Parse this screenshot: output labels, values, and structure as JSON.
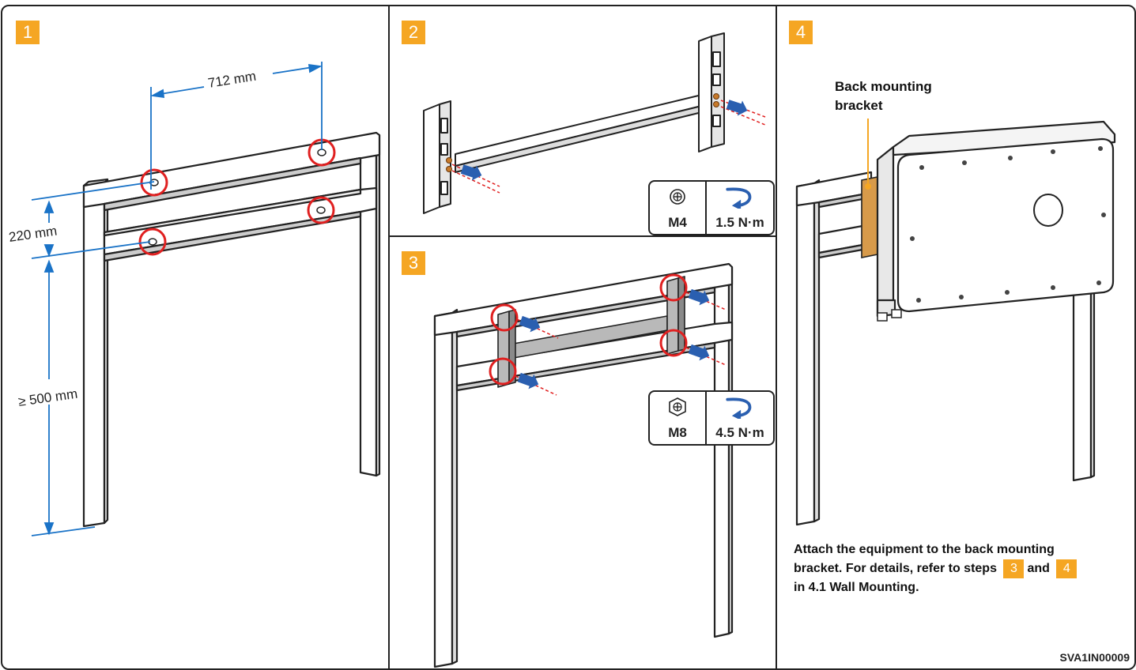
{
  "steps": [
    {
      "number": "1"
    },
    {
      "number": "2"
    },
    {
      "number": "3"
    },
    {
      "number": "4"
    }
  ],
  "step1": {
    "horizontal_spacing": "712 mm",
    "vertical_spacing": "220 mm",
    "min_ground_clearance": "≥ 500 mm"
  },
  "step2": {
    "bolt": "M4",
    "torque": "1.5 N·m"
  },
  "step3": {
    "bolt": "M8",
    "torque": "4.5 N·m"
  },
  "step4": {
    "callout_line1": "Back  mounting",
    "callout_line2": "bracket",
    "instruction_line1": "Attach the equipment to the back mounting",
    "instruction_line2_prefix": "bracket. For details, refer to steps",
    "instruction_badge_a": "3",
    "instruction_line2_mid": "and",
    "instruction_badge_b": "4",
    "instruction_line3": "in 4.1 Wall Mounting."
  },
  "document_code": "SVA1IN00009",
  "colors": {
    "badge": "#f5a623",
    "dimension_line": "#1a73c7",
    "highlight_circle": "#e02020",
    "arrow": "#2a5fb0",
    "callout": "#f5a623"
  }
}
